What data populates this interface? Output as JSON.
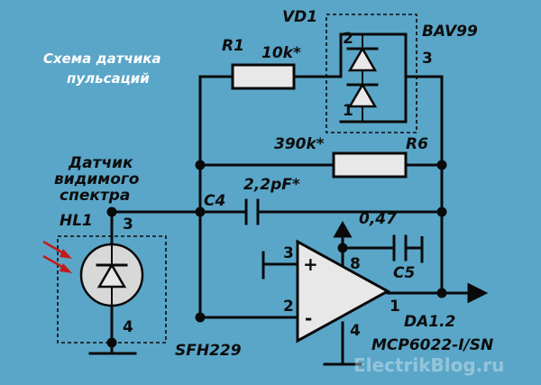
{
  "title": {
    "line1": "Схема датчика",
    "line2": "пульсаций"
  },
  "sensor": {
    "caption_line1": "Датчик",
    "caption_line2": "видимого",
    "caption_line3": "спектра",
    "ref": "HL1",
    "part": "SFH229",
    "pin_top": "3",
    "pin_bottom": "4"
  },
  "diode_pack": {
    "ref": "VD1",
    "part": "BAV99",
    "pin1": "1",
    "pin2": "2",
    "pin3": "3"
  },
  "r1": {
    "ref": "R1",
    "value": "10k*"
  },
  "r6": {
    "ref": "R6",
    "value": "390k*"
  },
  "c4": {
    "ref": "C4",
    "value": "2,2pF*"
  },
  "c5": {
    "ref": "C5",
    "value": "0,47"
  },
  "opamp": {
    "ref": "DA1.2",
    "part": "MCP6022-I/SN",
    "plus": "+",
    "minus": "-",
    "pin_plus": "3",
    "pin_minus": "2",
    "pin_out": "1",
    "pin_vcc": "8",
    "pin_gnd": "4"
  },
  "watermark": "ElectrikBlog.ru",
  "colors": {
    "background": "#5aa6c8",
    "component_fill": "#e8e8e8",
    "wire": "#0a0a0a",
    "title": "#ffffff"
  }
}
